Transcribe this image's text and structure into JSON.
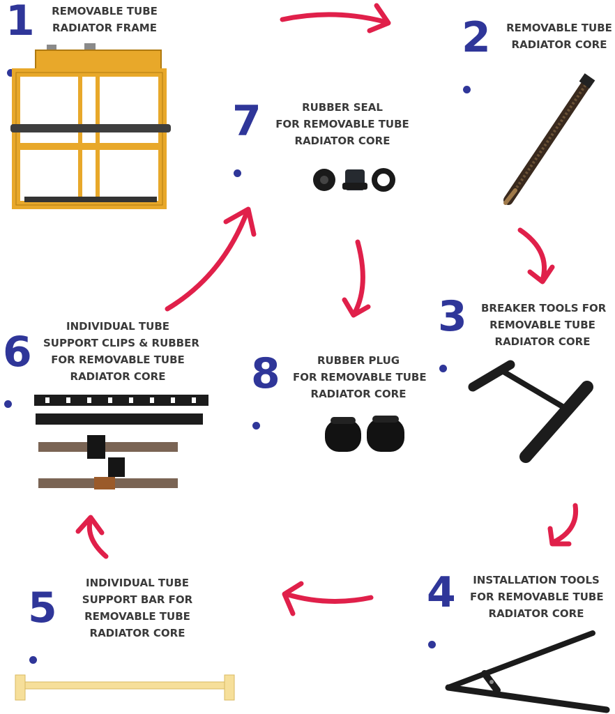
{
  "accent_color": "#e0204a",
  "number_color": "#2f3699",
  "steps": [
    {
      "number": "1",
      "lines": [
        "REMOVABLE TUBE",
        "RADIATOR FRAME"
      ]
    },
    {
      "number": "2",
      "lines": [
        "REMOVABLE TUBE",
        "RADIATOR CORE"
      ]
    },
    {
      "number": "3",
      "lines": [
        "BREAKER TOOLS FOR",
        "REMOVABLE TUBE",
        "RADIATOR CORE"
      ]
    },
    {
      "number": "4",
      "lines": [
        "INSTALLATION TOOLS",
        "FOR REMOVABLE TUBE",
        "RADIATOR CORE"
      ]
    },
    {
      "number": "5",
      "lines": [
        "INDIVIDUAL TUBE",
        "SUPPORT BAR FOR",
        "REMOVABLE TUBE",
        "RADIATOR CORE"
      ]
    },
    {
      "number": "6",
      "lines": [
        "INDIVIDUAL TUBE",
        "SUPPORT CLIPS & RUBBER",
        "FOR REMOVABLE TUBE",
        "RADIATOR CORE"
      ]
    },
    {
      "number": "7",
      "lines": [
        "RUBBER SEAL",
        "FOR REMOVABLE TUBE",
        "RADIATOR CORE"
      ]
    },
    {
      "number": "8",
      "lines": [
        "RUBBER PLUG",
        "FOR REMOVABLE TUBE",
        "RADIATOR CORE"
      ]
    }
  ]
}
